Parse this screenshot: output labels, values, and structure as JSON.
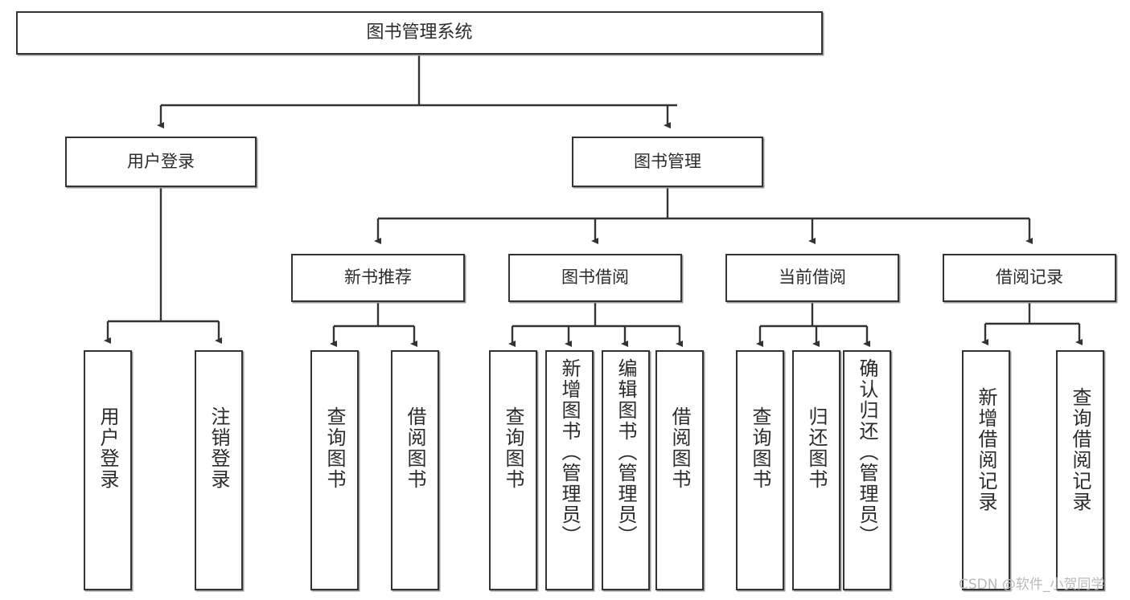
{
  "diagram": {
    "type": "tree-hierarchy",
    "title": "图书管理系统",
    "root": {
      "label": "图书管理系统"
    },
    "level2": [
      {
        "label": "用户登录"
      },
      {
        "label": "图书管理"
      }
    ],
    "level3": [
      {
        "label": "新书推荐"
      },
      {
        "label": "图书借阅"
      },
      {
        "label": "当前借阅"
      },
      {
        "label": "借阅记录"
      }
    ],
    "leaves": {
      "user_login": [
        {
          "label": "用户登录"
        },
        {
          "label": "注销登录"
        }
      ],
      "new_book_recommend": [
        {
          "label": "查询图书"
        },
        {
          "label": "借阅图书"
        }
      ],
      "book_borrow": [
        {
          "label": "查询图书"
        },
        {
          "label": "新增图书（管理员）"
        },
        {
          "label": "编辑图书（管理员）"
        },
        {
          "label": "借阅图书"
        }
      ],
      "current_borrow": [
        {
          "label": "查询图书"
        },
        {
          "label": "归还图书"
        },
        {
          "label": "确认归还（管理员）"
        }
      ],
      "borrow_record": [
        {
          "label": "新增借阅记录"
        },
        {
          "label": "查询借阅记录"
        }
      ]
    }
  },
  "watermark": {
    "text": "CSDN @软件_小贺同学"
  },
  "colors": {
    "border": "#333333",
    "background": "#ffffff",
    "text": "#2b2b2b",
    "edge": "#333333",
    "watermark": "#b9b9b9"
  }
}
